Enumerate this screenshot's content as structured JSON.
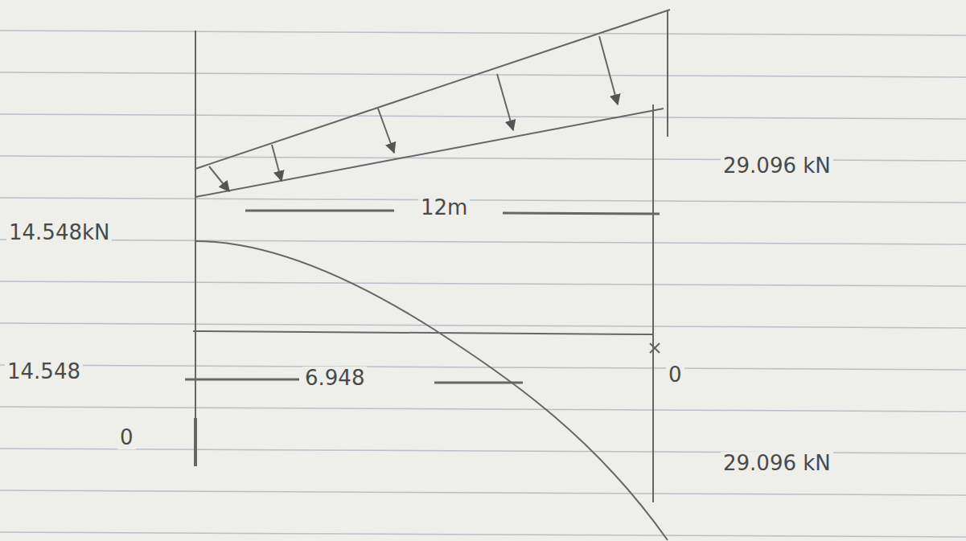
{
  "diagram": {
    "labels": [
      "29.096 kN",
      "12m",
      "14.548kN",
      "14.548",
      "6.948",
      "0",
      "0",
      "29.096 kN"
    ]
  }
}
